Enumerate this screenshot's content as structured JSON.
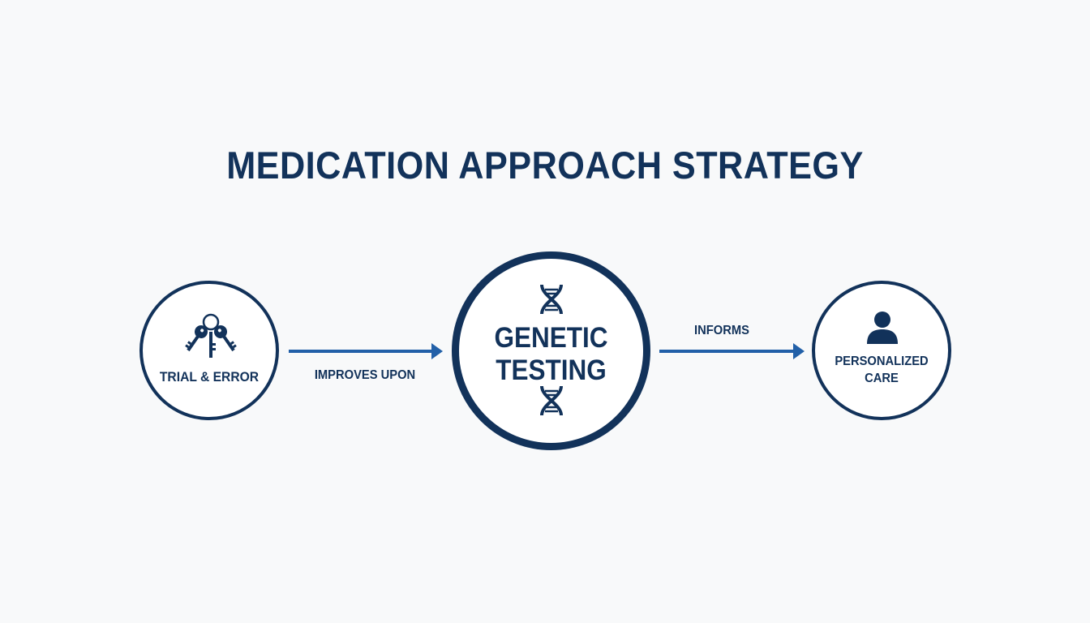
{
  "title": "MEDICATION APPROACH STRATEGY",
  "colors": {
    "primary": "#12325a",
    "arrow": "#2260a8",
    "background": "#f8f9fa",
    "node_fill": "#ffffff"
  },
  "nodes": [
    {
      "id": "trial",
      "label": "TRIAL & ERROR",
      "icon": "keys-icon"
    },
    {
      "id": "genetic",
      "label_line1": "GENETIC",
      "label_line2": "TESTING",
      "icon": "dna-icon"
    },
    {
      "id": "care",
      "label_line1": "PERSONALIZED",
      "label_line2": "CARE",
      "icon": "person-icon"
    }
  ],
  "edges": [
    {
      "from": "trial",
      "to": "genetic",
      "label": "IMPROVES UPON"
    },
    {
      "from": "genetic",
      "to": "care",
      "label": "INFORMS"
    }
  ]
}
